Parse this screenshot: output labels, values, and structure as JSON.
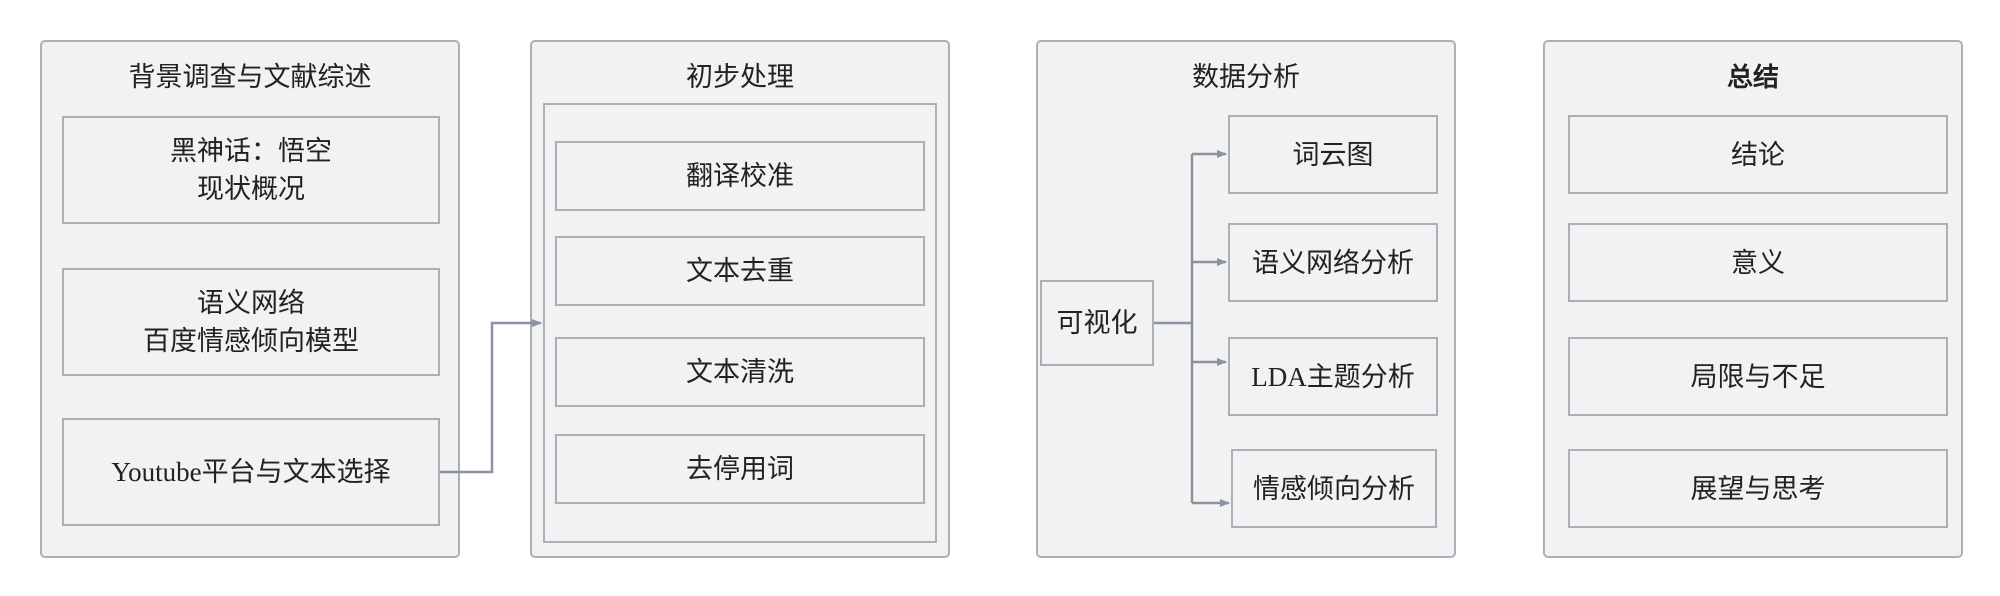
{
  "panels": {
    "background": {
      "title": "背景调查与文献综述",
      "items": [
        {
          "line1": "黑神话：悟空",
          "line2": "现状概况"
        },
        {
          "line1": "语义网络",
          "line2": "百度情感倾向模型"
        },
        {
          "line1": "Youtube平台与文本选择"
        }
      ]
    },
    "preprocess": {
      "title": "初步处理",
      "items": [
        "翻译校准",
        "文本去重",
        "文本清洗",
        "去停用词"
      ]
    },
    "analysis": {
      "title": "数据分析",
      "source": "可视化",
      "items": [
        "词云图",
        "语义网络分析",
        "LDA主题分析",
        "情感倾向分析"
      ]
    },
    "summary": {
      "title": "总结",
      "items": [
        "结论",
        "意义",
        "局限与不足",
        "展望与思考"
      ]
    }
  },
  "colors": {
    "panel_fill": "#f2f2f2",
    "border": "#a9b0ba",
    "connector": "#8a94a0"
  }
}
